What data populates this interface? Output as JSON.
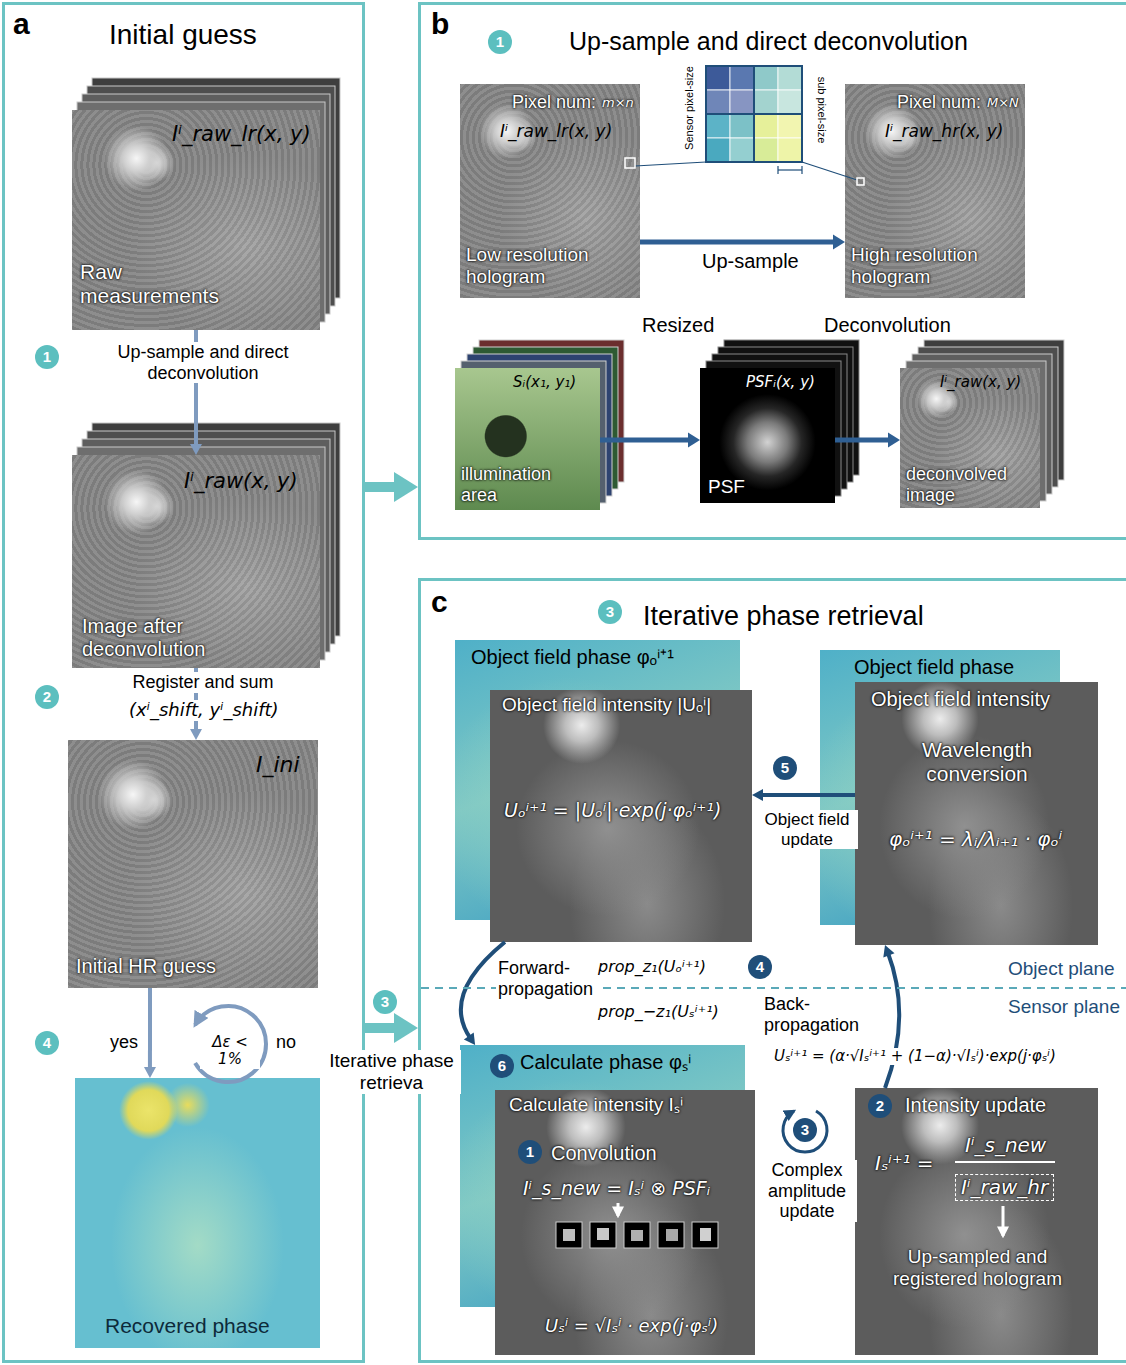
{
  "diagram": {
    "nodes": [
      {
        "text": [
          "a",
          "Initial guess"
        ]
      },
      {
        "text": [
          "1"
        ],
        "in": 0
      },
      {
        "text": [
          "Iⁱ_raw_lr(x, y)",
          "Raw measurements"
        ],
        "in": 0
      },
      {
        "text": [
          "2"
        ],
        "in": 0
      },
      {
        "text": [
          "Iⁱ_raw(x, y)",
          "Image after deconvolution"
        ],
        "in": 0
      },
      {
        "text": [
          "I_ini",
          "Initial HR guess"
        ],
        "in": 0
      },
      {
        "text": [
          "4"
        ],
        "in": 0
      },
      {
        "text": [
          "Recovered phase"
        ],
        "in": 0
      },
      {
        "text": [
          "3"
        ]
      },
      {
        "text": [
          "b",
          "Up-sample and direct deconvolution"
        ]
      },
      {
        "text": [
          "1"
        ],
        "in": 9
      },
      {
        "text": [
          "Pixel num:",
          "m×n",
          "Iⁱ_raw_lr(x, y)",
          "Low resolution hologram"
        ],
        "in": 9
      },
      {
        "text": [
          "Pixel num:",
          "M×N",
          "Iⁱ_raw_hr(x, y)",
          "High resolution hologram"
        ],
        "in": 9
      },
      {
        "text": [
          "Sᵢ(x₁, y₁)",
          "illumination area"
        ],
        "in": 9
      },
      {
        "text": [
          "PSFᵢ(x, y)",
          "PSF"
        ],
        "in": 9
      },
      {
        "text": [
          "Iⁱ_raw(x, y)",
          "deconvolved image"
        ],
        "in": 9
      },
      {
        "text": [
          "c",
          "Iterative phase retrieval"
        ]
      },
      {
        "text": [
          "3"
        ],
        "in": 16
      },
      {
        "text": [
          "Object field phase φₒⁱ⁺¹"
        ],
        "in": 16
      },
      {
        "text": [
          "Object field intensity |Uₒⁱ|",
          "Uₒⁱ⁺¹ = |Uₒⁱ|·exp(j·φₒⁱ⁺¹)"
        ],
        "in": 16
      },
      {
        "text": [
          "Object field phase"
        ],
        "in": 16
      },
      {
        "text": [
          "Object field intensity",
          "Wavelength conversion",
          "φₒⁱ⁺¹ = λᵢ/λᵢ₊₁ · φₒⁱ"
        ],
        "in": 16
      },
      {
        "text": [
          "5"
        ],
        "in": 16
      },
      {
        "text": [
          "4"
        ],
        "in": 16
      },
      {
        "text": [
          "6"
        ],
        "in": 16
      },
      {
        "text": [
          "Calculate phase φₛⁱ"
        ],
        "in": 16
      },
      {
        "text": [
          "Calculate intensity Iₛⁱ",
          "Convolution",
          "Iⁱ_s_new = Iₛⁱ ⊗ PSFᵢ",
          "Uₛⁱ = √Iₛⁱ · exp(j·φₛⁱ)"
        ],
        "in": 16
      },
      {
        "text": [
          "1"
        ],
        "in": 26
      },
      {
        "text": [
          "3"
        ],
        "in": 16
      },
      {
        "text": [
          "Intensity update",
          "Iₛⁱ⁺¹ =",
          "Iⁱ_s_new",
          "Iⁱ_raw_hr",
          "Up-sampled and registered hologram"
        ],
        "in": 16
      },
      {
        "text": [
          "2"
        ],
        "in": 29
      }
    ],
    "edges": [
      {
        "from": 2,
        "to": 4,
        "arrow": "to",
        "label": "Up-sample and direct deconvolution"
      },
      {
        "from": 4,
        "to": 5,
        "arrow": "to",
        "label": "Register and sum"
      },
      {
        "from": 5,
        "to": 7,
        "arrow": "to",
        "label": "yes"
      },
      {
        "from": 0,
        "to": 9,
        "arrow": "to"
      },
      {
        "from": 0,
        "to": 16,
        "arrow": "to",
        "label": "Iterative phase retrieva"
      },
      {
        "from": 11,
        "to": 12,
        "arrow": "to",
        "label": "Up-sample"
      },
      {
        "from": 13,
        "to": 14,
        "arrow": "to"
      },
      {
        "from": 14,
        "to": 15,
        "arrow": "to"
      },
      {
        "from": 21,
        "to": 19,
        "arrow": "to",
        "label": "Object field update"
      },
      {
        "from": 29,
        "to": 21,
        "arrow": "to",
        "label": "Back-propagation"
      },
      {
        "from": 19,
        "to": 25,
        "arrow": "to",
        "label": "Forward-propagation"
      }
    ],
    "labels": [
      "(xⁱ_shift, yⁱ_shift)",
      "Δε < 1%",
      "no",
      "Sensor pixel-size",
      "sub pixel-size",
      "Resized",
      "Deconvolution",
      "prop_z₁(Uₒⁱ⁺¹)",
      "prop_−z₁(Uₛⁱ⁺¹)",
      "Object plane",
      "Sensor plane",
      "Uₛⁱ⁺¹ = (α·√Iₛⁱ⁺¹ + (1−α)·√Iₛⁱ)·exp(j·φₛⁱ)",
      "Complex amplitude update"
    ]
  }
}
